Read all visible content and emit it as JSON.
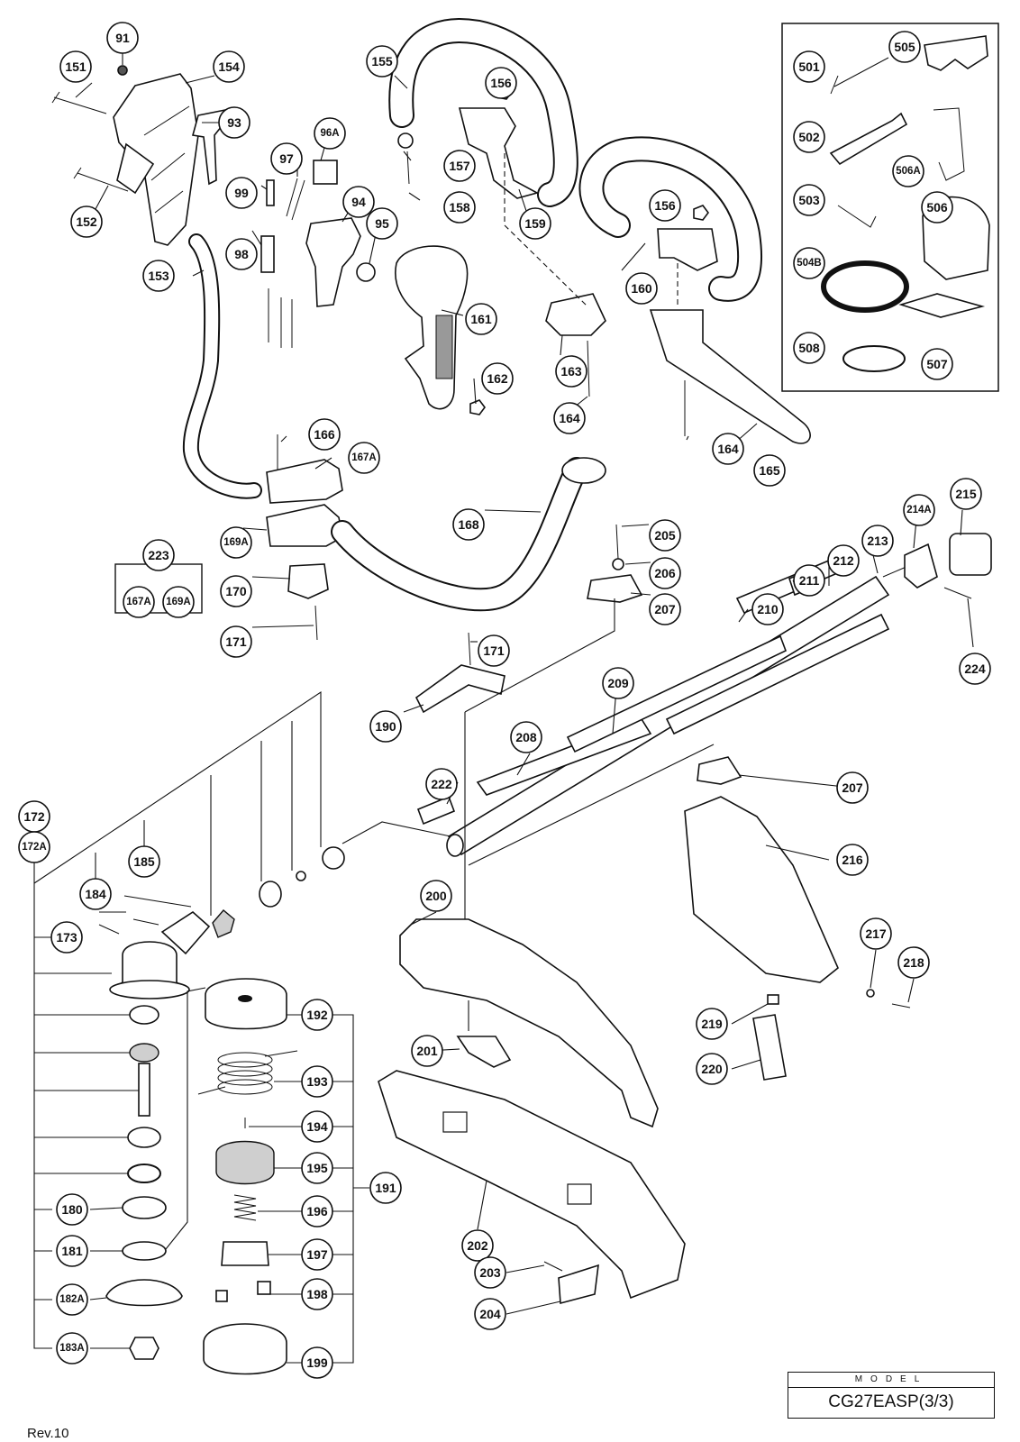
{
  "labels": [
    "91",
    "151",
    "154",
    "93",
    "152",
    "155",
    "156",
    "157",
    "158",
    "159",
    "96A",
    "97",
    "99",
    "98",
    "94",
    "95",
    "153",
    "161",
    "162",
    "163",
    "164",
    "160",
    "165",
    "166",
    "167A",
    "169A",
    "170",
    "171",
    "223",
    "168",
    "205",
    "206",
    "207",
    "190",
    "208",
    "209",
    "210",
    "211",
    "212",
    "213",
    "214A",
    "215",
    "224",
    "222",
    "172",
    "172A",
    "173",
    "184",
    "185",
    "200",
    "201",
    "202",
    "203",
    "204",
    "192",
    "193",
    "194",
    "195",
    "196",
    "197",
    "198",
    "199",
    "191",
    "180",
    "181",
    "182A",
    "183A",
    "216",
    "217",
    "218",
    "219",
    "220",
    "501",
    "502",
    "503",
    "504B",
    "505",
    "506A",
    "506",
    "507",
    "508"
  ],
  "kit_labels": [
    "167A",
    "169A"
  ],
  "model": {
    "caption": "MODEL",
    "value": "CG27EASP(3/3)"
  },
  "revision": "Rev.10"
}
